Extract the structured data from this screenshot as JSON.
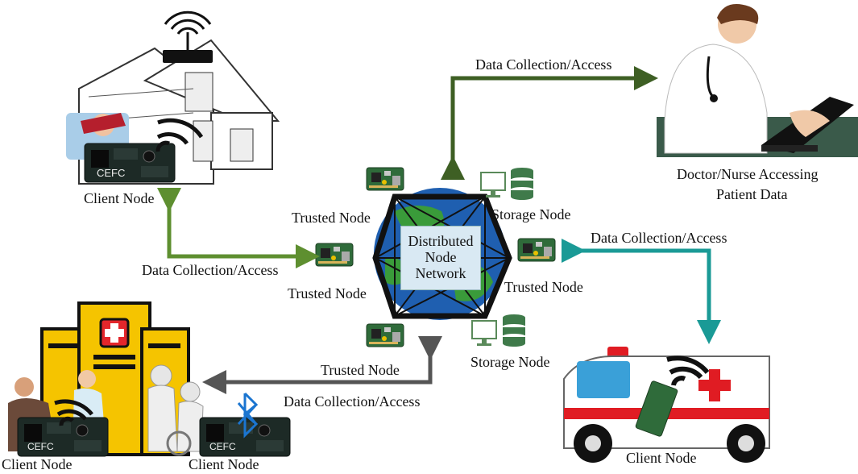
{
  "labels": {
    "client_node_home": "Client Node",
    "client_node_hospital_left": "Client Node",
    "client_node_hospital_right": "Client Node",
    "client_node_ambulance": "Client Node",
    "trusted_node_top": "Trusted Node",
    "trusted_node_left": "Trusted Node",
    "trusted_node_right": "Trusted Node",
    "trusted_node_bottom": "Trusted Node",
    "storage_node_top": "Storage Node",
    "storage_node_bottom": "Storage Node",
    "doctor_line1": "Doctor/Nurse Accessing",
    "doctor_line2": "Patient Data",
    "center_line1": "Distributed",
    "center_line2": "Node",
    "center_line3": "Network",
    "flow_doctor": "Data Collection/Access",
    "flow_home": "Data Collection/Access",
    "flow_ambulance": "Data Collection/Access",
    "flow_hospital": "Data Collection/Access",
    "cert_mark": "CEFC"
  },
  "colors": {
    "arrow_doctor": "#3e5f24",
    "arrow_home": "#5e8f30",
    "arrow_ambulance": "#1a9a96",
    "arrow_hospital": "#555555",
    "pcb_green": "#2f6b3a",
    "hospital_yellow": "#f5c400",
    "cross_red": "#e3262b",
    "ambulance_stripe": "#e01c23",
    "ambulance_window": "#3aa0d8",
    "globe_blue": "#1f5fb0",
    "globe_green": "#3a9b3a",
    "bluetooth_blue": "#1b75d0"
  },
  "icons": [
    "wifi-router-icon",
    "wifi-icon",
    "bluetooth-icon",
    "monitor-icon",
    "database-icon",
    "globe-icon",
    "raspberry-pi-board-icon",
    "house-icon",
    "hospital-icon",
    "ambulance-icon",
    "doctor-icon"
  ]
}
